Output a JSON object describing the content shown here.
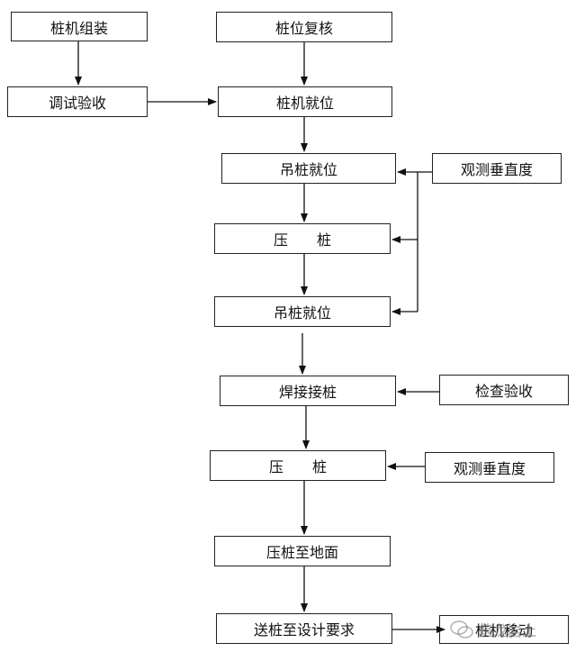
{
  "nodes": {
    "pile_assembly": "桩机组装",
    "debug_accept": "调试验收",
    "pile_recheck": "桩位复核",
    "pile_machine_in_place": "桩机就位",
    "hoist_pile_1": "吊桩就位",
    "observe_vertical_1": "观测垂直度",
    "press_pile_1": "压　　桩",
    "hoist_pile_2": "吊桩就位",
    "weld_pile": "焊接接桩",
    "inspect_accept": "检查验收",
    "press_pile_2": "压　　桩",
    "observe_vertical_2": "观测垂直度",
    "press_to_ground": "压桩至地面",
    "send_pile": "送桩至设计要求",
    "pile_machine_move": "桩机移动"
  },
  "watermark": "筑龙岩土",
  "colors": {
    "line": "#111111",
    "border": "#222222",
    "watermark": "#8a8a8a"
  }
}
